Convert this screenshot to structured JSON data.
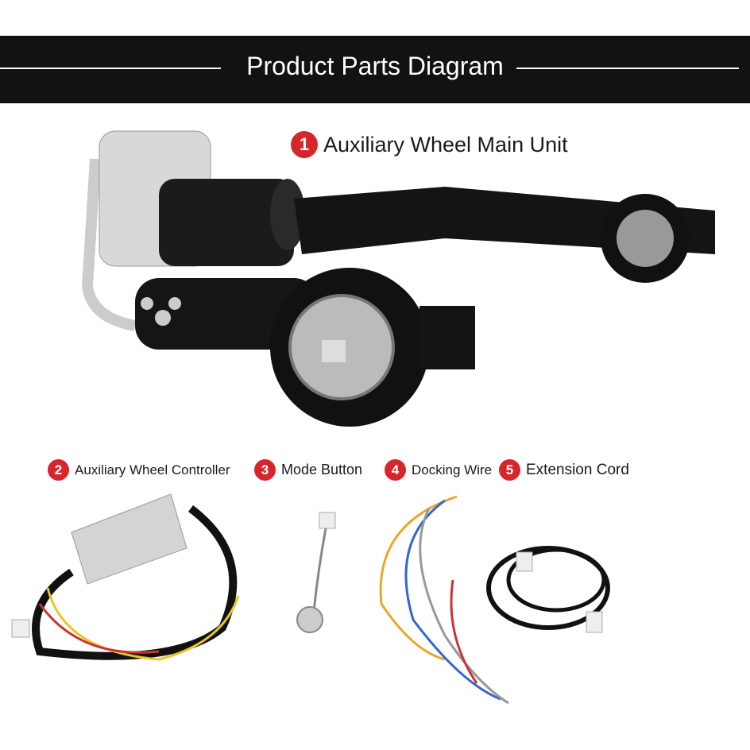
{
  "header": {
    "title": "Product Parts Diagram"
  },
  "parts": [
    {
      "number": "1",
      "label": "Auxiliary Wheel Main Unit"
    },
    {
      "number": "2",
      "label": "Auxiliary Wheel Controller"
    },
    {
      "number": "3",
      "label": "Mode Button"
    },
    {
      "number": "4",
      "label": "Docking Wire"
    },
    {
      "number": "5",
      "label": "Extension Cord"
    }
  ],
  "colors": {
    "badge": "#d7262b",
    "band": "#121212"
  }
}
